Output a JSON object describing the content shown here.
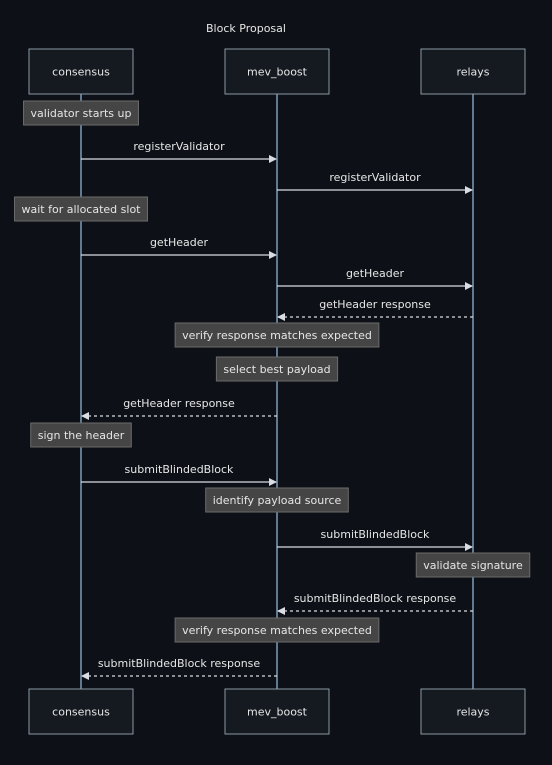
{
  "title": "Block Proposal",
  "colors": {
    "background": "#0d1117",
    "actor_fill": "#151a21",
    "actor_stroke": "#8b96a3",
    "lifeline": "#8fb4cf",
    "arrow": "#d8dde3",
    "note_fill": "#454545",
    "note_stroke": "#6a6a6a",
    "text": "#e6e6e6"
  },
  "actors": [
    {
      "id": "consensus",
      "label": "consensus"
    },
    {
      "id": "mev_boost",
      "label": "mev_boost"
    },
    {
      "id": "relays",
      "label": "relays"
    }
  ],
  "events": [
    {
      "kind": "note",
      "over": "consensus",
      "text": "validator starts up"
    },
    {
      "kind": "message",
      "from": "consensus",
      "to": "mev_boost",
      "text": "registerValidator",
      "dashed": false
    },
    {
      "kind": "message",
      "from": "mev_boost",
      "to": "relays",
      "text": "registerValidator",
      "dashed": false
    },
    {
      "kind": "note",
      "over": "consensus",
      "text": "wait for allocated slot"
    },
    {
      "kind": "message",
      "from": "consensus",
      "to": "mev_boost",
      "text": "getHeader",
      "dashed": false
    },
    {
      "kind": "message",
      "from": "mev_boost",
      "to": "relays",
      "text": "getHeader",
      "dashed": false
    },
    {
      "kind": "message",
      "from": "relays",
      "to": "mev_boost",
      "text": "getHeader response",
      "dashed": true
    },
    {
      "kind": "note",
      "over": "mev_boost",
      "text": "verify response matches expected"
    },
    {
      "kind": "note",
      "over": "mev_boost",
      "text": "select best payload"
    },
    {
      "kind": "message",
      "from": "mev_boost",
      "to": "consensus",
      "text": "getHeader response",
      "dashed": true
    },
    {
      "kind": "note",
      "over": "consensus",
      "text": "sign the header"
    },
    {
      "kind": "message",
      "from": "consensus",
      "to": "mev_boost",
      "text": "submitBlindedBlock",
      "dashed": false
    },
    {
      "kind": "note",
      "over": "mev_boost",
      "text": "identify payload source"
    },
    {
      "kind": "message",
      "from": "mev_boost",
      "to": "relays",
      "text": "submitBlindedBlock",
      "dashed": false
    },
    {
      "kind": "note",
      "over": "relays",
      "text": "validate signature"
    },
    {
      "kind": "message",
      "from": "relays",
      "to": "mev_boost",
      "text": "submitBlindedBlock response",
      "dashed": true
    },
    {
      "kind": "note",
      "over": "mev_boost",
      "text": "verify response matches expected"
    },
    {
      "kind": "message",
      "from": "mev_boost",
      "to": "consensus",
      "text": "submitBlindedBlock response",
      "dashed": true
    }
  ]
}
